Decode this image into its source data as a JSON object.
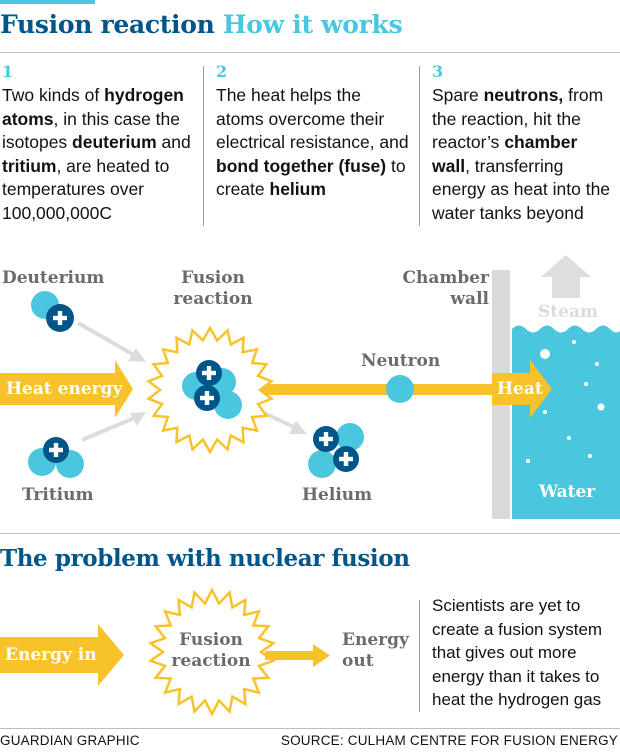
{
  "title": {
    "part1": "Fusion reaction",
    "part2": "How it works"
  },
  "steps": [
    {
      "num": "1",
      "segments": [
        {
          "t": "Two kinds of ",
          "b": false
        },
        {
          "t": "hydrogen atoms",
          "b": true
        },
        {
          "t": ", in this case the isotopes ",
          "b": false
        },
        {
          "t": "deuterium",
          "b": true
        },
        {
          "t": " and ",
          "b": false
        },
        {
          "t": "tritium",
          "b": true
        },
        {
          "t": ", are heated to temperatures over 100,000,000C",
          "b": false
        }
      ]
    },
    {
      "num": "2",
      "segments": [
        {
          "t": "The heat helps the atoms overcome their electrical resistance, and ",
          "b": false
        },
        {
          "t": "bond together (fuse)",
          "b": true
        },
        {
          "t": " to create ",
          "b": false
        },
        {
          "t": "helium",
          "b": true
        }
      ]
    },
    {
      "num": "3",
      "segments": [
        {
          "t": "Spare ",
          "b": false
        },
        {
          "t": "neutrons,",
          "b": true
        },
        {
          "t": " from the reaction, hit the reactor’s ",
          "b": false
        },
        {
          "t": "chamber wall",
          "b": true
        },
        {
          "t": ", transferring energy as heat into the water tanks beyond",
          "b": false
        }
      ]
    }
  ],
  "diagram": {
    "deuterium": "Deuterium",
    "tritium": "Tritium",
    "fusion_line1": "Fusion",
    "fusion_line2": "reaction",
    "heat_energy": "Heat energy",
    "neutron": "Neutron",
    "helium": "Helium",
    "chamber_line1": "Chamber",
    "chamber_line2": "wall",
    "steam": "Steam",
    "heat": "Heat",
    "water": "Water"
  },
  "problem": {
    "heading": "The problem with nuclear fusion",
    "energy_in": "Energy in",
    "fusion_line1": "Fusion",
    "fusion_line2": "reaction",
    "energy_out_line1": "Energy",
    "energy_out_line2": "out",
    "note": "Scientists are yet to create a fusion system that gives out more energy than it takes to heat the hydrogen gas"
  },
  "footer": {
    "left": "GUARDIAN GRAPHIC",
    "right": "SOURCE: CULHAM CENTRE FOR FUSION ENERGY"
  },
  "colors": {
    "navy": "#005689",
    "cyan": "#4bc6df",
    "yellow": "#f8c22b",
    "grey": "#d9d9d9",
    "water": "#4bc6df"
  }
}
